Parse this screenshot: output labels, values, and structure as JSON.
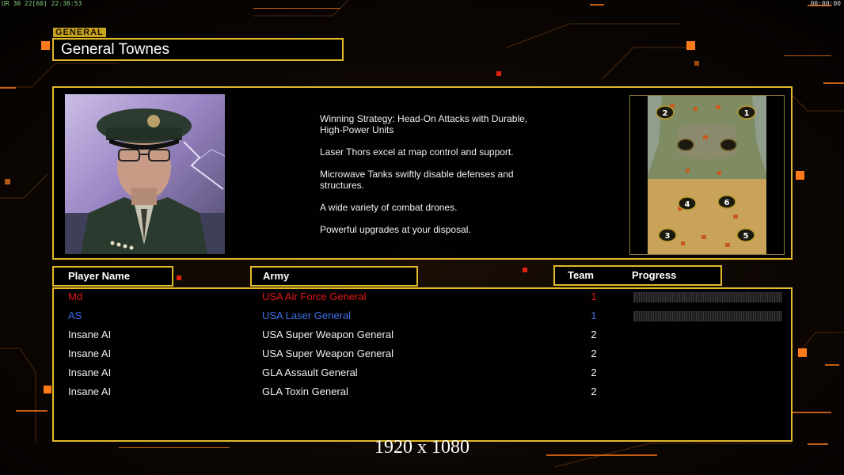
{
  "hud": {
    "top_left": "UR 30 22[60] 22:38:53",
    "top_right": "00:00:00"
  },
  "general": {
    "section_label": "GENERAL",
    "name": "General Townes",
    "strategy": [
      "Winning Strategy: Head-On Attacks with Durable,\n High-Power Units",
      "Laser Thors excel at map control and support.",
      "Microwave Tanks swiftly disable defenses and\n structures.",
      "A wide variety of combat drones.",
      "Powerful upgrades at your disposal."
    ]
  },
  "minimap": {
    "start_positions": [
      "2",
      "1",
      "4",
      "6",
      "3",
      "5"
    ]
  },
  "table": {
    "headers": {
      "player_name": "Player Name",
      "army": "Army",
      "team": "Team",
      "progress": "Progress"
    },
    "rows": [
      {
        "name": "Md",
        "army": "USA Air Force General",
        "team": "1",
        "color": "#e01818",
        "has_progress": true
      },
      {
        "name": "AS",
        "army": "USA Laser General",
        "team": "1",
        "color": "#3a6ee8",
        "has_progress": true
      },
      {
        "name": "Insane AI",
        "army": "USA Super Weapon General",
        "team": "2",
        "color": "#f0f0f0",
        "has_progress": false
      },
      {
        "name": "Insane AI",
        "army": "USA Super Weapon General",
        "team": "2",
        "color": "#f0f0f0",
        "has_progress": false
      },
      {
        "name": "Insane AI",
        "army": "GLA Assault General",
        "team": "2",
        "color": "#f0f0f0",
        "has_progress": false
      },
      {
        "name": "Insane AI",
        "army": "GLA Toxin General",
        "team": "2",
        "color": "#f0f0f0",
        "has_progress": false
      }
    ]
  },
  "resolution_label": "1920 x 1080",
  "colors": {
    "accent": "#e2b82a",
    "glow": "#ff7a1a"
  }
}
